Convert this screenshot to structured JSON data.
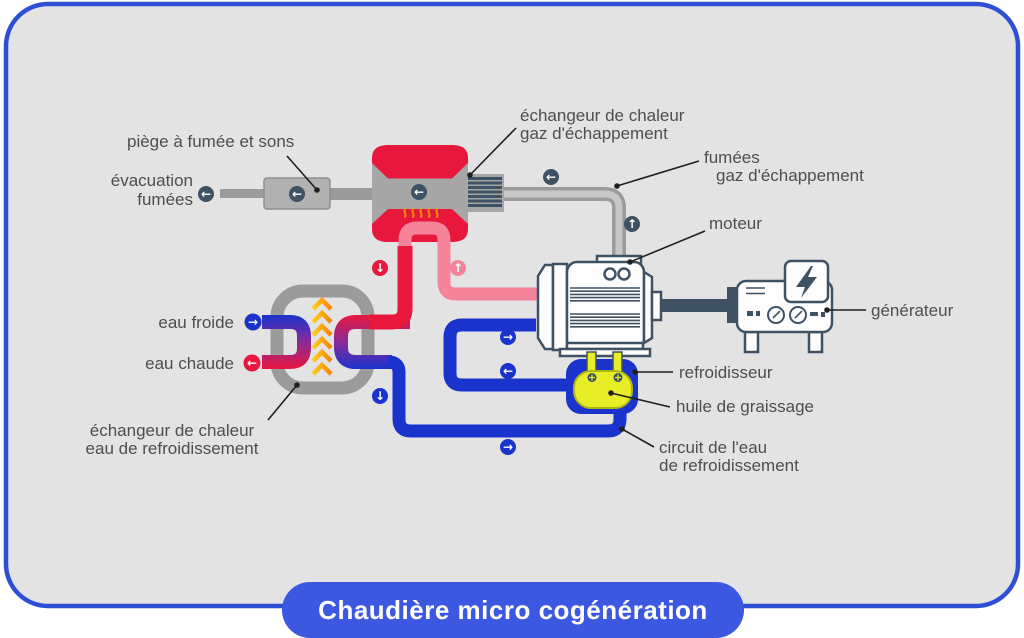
{
  "title": "Chaudière micro cogénération",
  "labels": {
    "piege": "piège à fumée et sons",
    "evacuation_l1": "évacuation",
    "evacuation_l2": "fumées",
    "echangeur_gaz_l1": "échangeur de chaleur",
    "echangeur_gaz_l2": "gaz d'échappement",
    "fumees_l1": "fumées",
    "fumees_l2": "gaz d'échappement",
    "moteur": "moteur",
    "generateur": "générateur",
    "eau_froide": "eau froide",
    "eau_chaude": "eau chaude",
    "echangeur_eau_l1": "échangeur de chaleur",
    "echangeur_eau_l2": "eau de refroidissement",
    "refroidisseur": "refroidisseur",
    "huile": "huile de graissage",
    "circuit_l1": "circuit de l'eau",
    "circuit_l2": "de refroidissement"
  },
  "arrows": {
    "left": "←",
    "right": "→",
    "up": "↑",
    "down": "↓"
  },
  "colors": {
    "panelbg": "#e3e3e4",
    "borderblue": "#2f4ed6",
    "banner": "#3c57e0",
    "red": "#e8173c",
    "pink": "#f5849b",
    "blue": "#1a33cc",
    "graypipe": "#9b9b9b",
    "graypipecore": "#c7c7c7",
    "engine": "#a6a6a6",
    "muffler": "#b1b1b1",
    "dark": "#3e5264",
    "yellow": "#e7ee27",
    "orange": "#f59300",
    "chev1": "#ffd21f",
    "chev2": "#f57f00",
    "labelgray": "#4e4e4e",
    "leader": "#1f1f1f"
  }
}
